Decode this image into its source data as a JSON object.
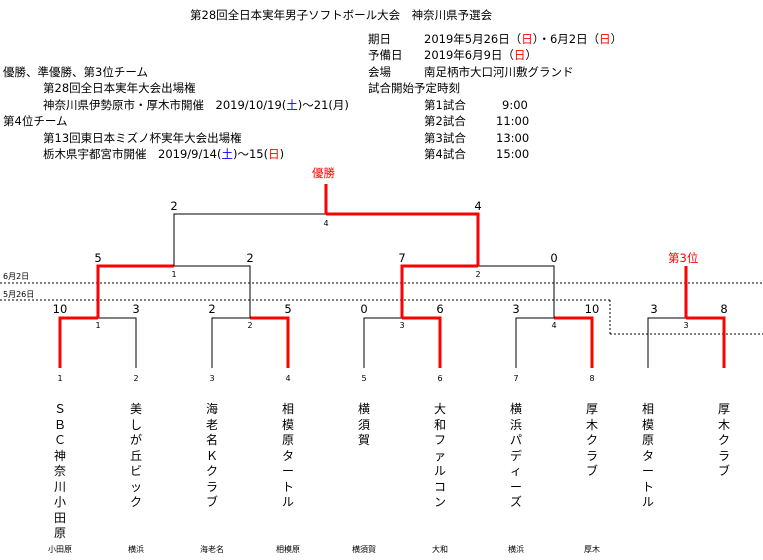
{
  "title": "第28回全日本実年男子ソフトボール大会　神奈川県予選会",
  "info": {
    "period_label": "期日",
    "period_a": "2019年5月26日（",
    "period_sun1": "日",
    "period_b": "）・6月2日（",
    "period_sun2": "日",
    "period_c": "）",
    "reserve_label": "予備日",
    "reserve_a": "2019年6月9日（",
    "reserve_sun": "日",
    "reserve_c": "）",
    "venue_label": "会場",
    "venue": "南足柄市大口河川敷グランド",
    "schedule_label": "試合開始予定時刻",
    "games": [
      {
        "label": "第1試合",
        "time": "9:00"
      },
      {
        "label": "第2試合",
        "time": "11:00"
      },
      {
        "label": "第3試合",
        "time": "13:00"
      },
      {
        "label": "第4試合",
        "time": "15:00"
      }
    ]
  },
  "qualify": {
    "line1": "優勝、準優勝、第3位チーム",
    "line2": "第28回全日本実年大会出場権",
    "line3a": "神奈川県伊勢原市・厚木市開催　2019/10/19(",
    "line3sat": "土",
    "line3b": ")～21(月)",
    "line4": "第4位チーム",
    "line5": "第13回東日本ミズノ杯実年大会出場権",
    "line6a": "栃木県宇都宮市開催　2019/9/14(",
    "line6sat": "土",
    "line6b": ")～15(",
    "line6sun": "日",
    "line6c": ")"
  },
  "labels": {
    "champion": "優勝",
    "third": "第3位",
    "date_june2": "6月2日",
    "date_may26": "5月26日"
  },
  "scores": {
    "final_left": "2",
    "final_right": "4",
    "sf_l_left": "5",
    "sf_l_right": "2",
    "sf_r_left": "7",
    "sf_r_right": "0",
    "r1_1": "10",
    "r1_2": "3",
    "r1_3": "2",
    "r1_4": "5",
    "r1_5": "0",
    "r1_6": "6",
    "r1_7": "3",
    "r1_8": "10",
    "third_left": "3",
    "third_right": "8"
  },
  "game_numbers": {
    "final": "4",
    "sf_left": "1",
    "sf_right": "2",
    "r1_a": "1",
    "r1_b": "2",
    "r1_c": "3",
    "r1_d": "4",
    "third": "3"
  },
  "teams": [
    {
      "num": "1",
      "name": "ＳＢＣ神奈川小田原",
      "city": "小田原"
    },
    {
      "num": "2",
      "name": "美しが丘ビック",
      "city": "横浜"
    },
    {
      "num": "3",
      "name": "海老名Ｋクラブ",
      "city": "海老名"
    },
    {
      "num": "4",
      "name": "相模原タートル",
      "city": "相模原"
    },
    {
      "num": "5",
      "name": "横須賀",
      "city": "横須賀"
    },
    {
      "num": "6",
      "name": "大和ファルコン",
      "city": "大和"
    },
    {
      "num": "7",
      "name": "横浜パディーズ",
      "city": "横浜"
    },
    {
      "num": "8",
      "name": "厚木クラブ",
      "city": "厚木"
    }
  ],
  "third_place_teams": [
    {
      "name": "相模原タートル"
    },
    {
      "name": "厚木クラブ"
    }
  ],
  "colors": {
    "win": "#ff0000",
    "line": "#000000",
    "saturday": "#0000ff",
    "sunday": "#ff0000"
  }
}
